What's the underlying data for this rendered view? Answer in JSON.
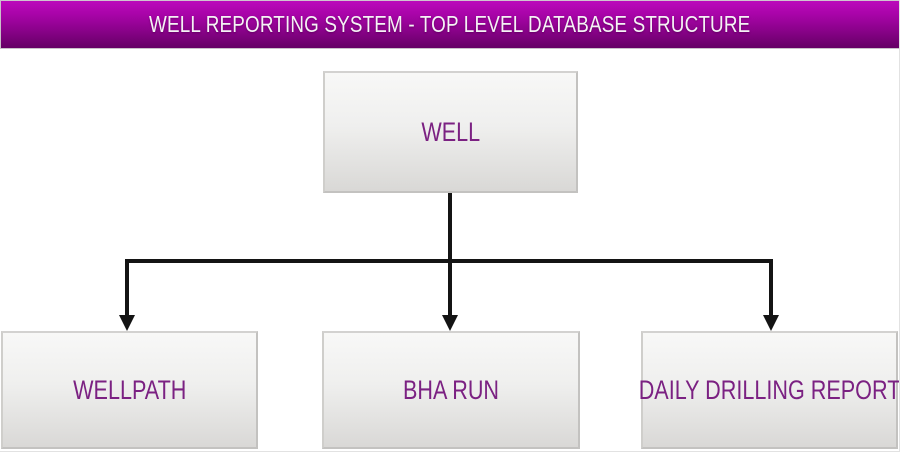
{
  "header": {
    "title": "WELL REPORTING SYSTEM - TOP LEVEL DATABASE STRUCTURE"
  },
  "diagram": {
    "root": {
      "label": "WELL"
    },
    "children": [
      {
        "label": "WELLPATH"
      },
      {
        "label": "BHA RUN"
      },
      {
        "label": "DAILY DRILLING REPORT"
      }
    ]
  },
  "icons": [
    {
      "name": "arrow-down-icon",
      "count": 3,
      "meaning": "parent-to-child relationship arrows"
    }
  ],
  "colors": {
    "banner_gradient_top": "#bb0abb",
    "banner_gradient_bottom": "#650065",
    "banner_text": "#f5f2f5",
    "node_fill_top": "#f8f8f7",
    "node_fill_bottom": "#d9d8d6",
    "node_border": "#c3c2c0",
    "node_text": "#7b2182",
    "connector": "#141414",
    "background": "#ffffff"
  }
}
